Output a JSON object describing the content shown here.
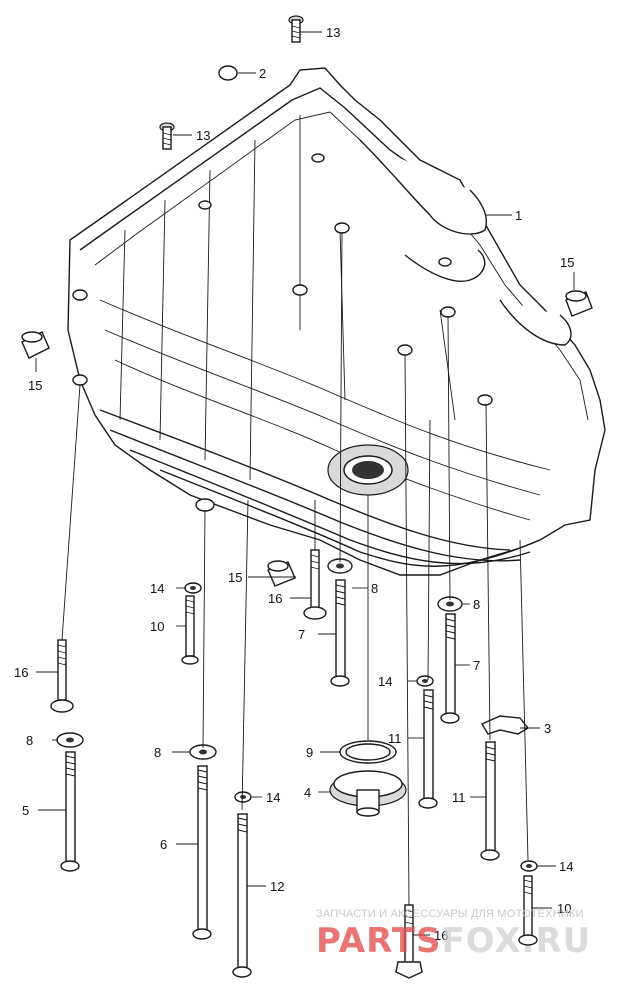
{
  "callouts": [
    {
      "id": "c-13a",
      "label": "13"
    },
    {
      "id": "c-2",
      "label": "2"
    },
    {
      "id": "c-13b",
      "label": "13"
    },
    {
      "id": "c-1",
      "label": "1"
    },
    {
      "id": "c-15a",
      "label": "15"
    },
    {
      "id": "c-15b",
      "label": "15"
    },
    {
      "id": "c-15c",
      "label": "15"
    },
    {
      "id": "c-14a",
      "label": "14"
    },
    {
      "id": "c-16a",
      "label": "16"
    },
    {
      "id": "c-8a",
      "label": "8"
    },
    {
      "id": "c-10a",
      "label": "10"
    },
    {
      "id": "c-8b",
      "label": "8"
    },
    {
      "id": "c-7a",
      "label": "7"
    },
    {
      "id": "c-16b",
      "label": "16"
    },
    {
      "id": "c-7b",
      "label": "7"
    },
    {
      "id": "c-14b",
      "label": "14"
    },
    {
      "id": "c-3",
      "label": "3"
    },
    {
      "id": "c-8c",
      "label": "8"
    },
    {
      "id": "c-11a",
      "label": "11"
    },
    {
      "id": "c-9",
      "label": "9"
    },
    {
      "id": "c-8d",
      "label": "8"
    },
    {
      "id": "c-4",
      "label": "4"
    },
    {
      "id": "c-14c",
      "label": "14"
    },
    {
      "id": "c-11b",
      "label": "11"
    },
    {
      "id": "c-5",
      "label": "5"
    },
    {
      "id": "c-6",
      "label": "6"
    },
    {
      "id": "c-14d",
      "label": "14"
    },
    {
      "id": "c-12",
      "label": "12"
    },
    {
      "id": "c-10b",
      "label": "10"
    },
    {
      "id": "c-16c",
      "label": "16"
    }
  ],
  "watermark": {
    "tagline": "ЗАПЧАСТИ И АКСЕССУАРЫ ДЛЯ МОТОТЕХНИКИ",
    "logo_left": "PARTS",
    "logo_right": "FOX.RU"
  },
  "colors": {
    "watermark_red": "#e24545",
    "watermark_grey": "#cfcfcf",
    "line": "#1a1a1a"
  }
}
